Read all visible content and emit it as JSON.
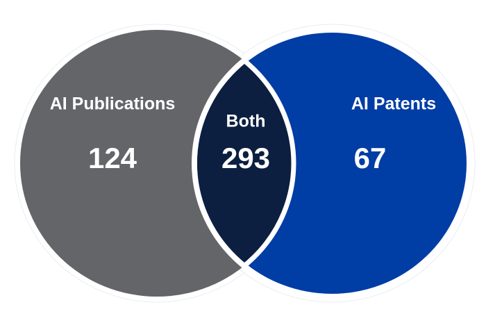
{
  "diagram": {
    "type": "venn",
    "sets": [
      {
        "label": "AI Publications",
        "value": "124",
        "color": "#636569"
      },
      {
        "label": "AI Patents",
        "value": "67",
        "color": "#003DA5"
      }
    ],
    "intersection": {
      "label": "Both",
      "value": "293",
      "color": "#0C1F40"
    }
  }
}
